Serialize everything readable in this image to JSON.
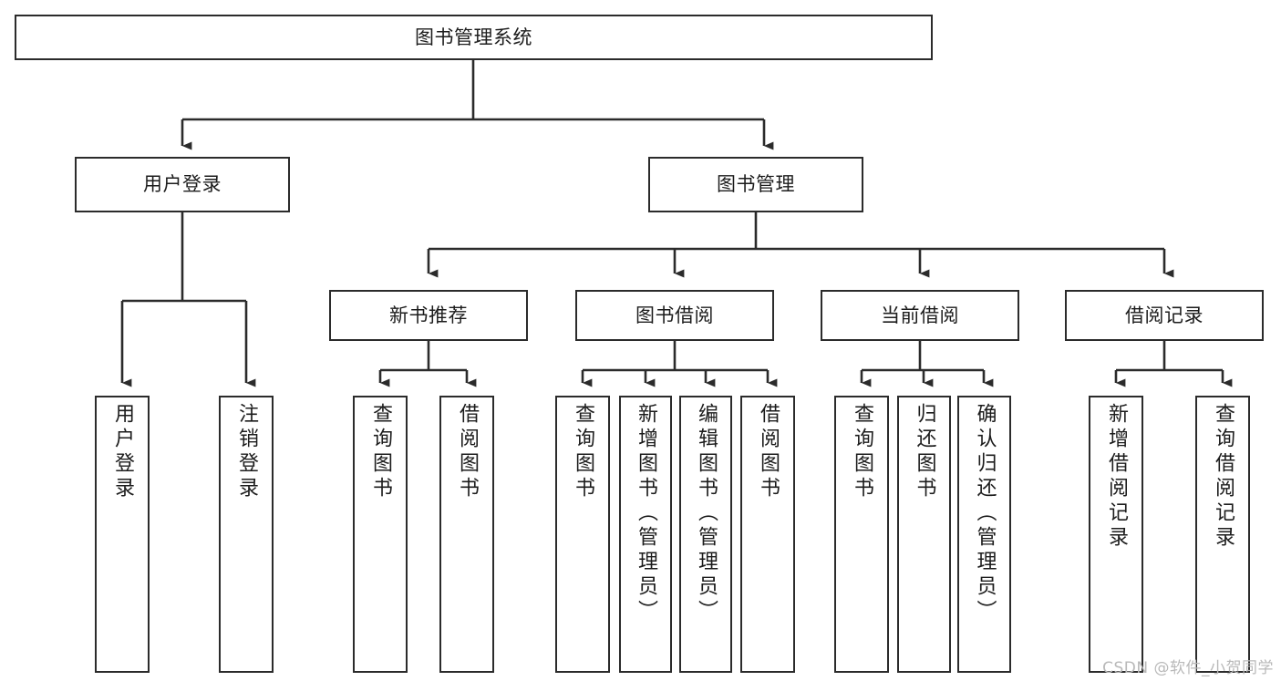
{
  "diagram": {
    "title": "图书管理系统",
    "type": "tree-hierarchy",
    "watermark": "CSDN @软件_小贺同学",
    "colors": {
      "background": "#ffffff",
      "box_border": "#2b2b2b",
      "box_fill": "#ffffff",
      "edge": "#2b2b2b",
      "text": "#1c1c1c",
      "watermark": "#b9b9b9"
    },
    "levels": {
      "root": {
        "label": "图书管理系统"
      },
      "level2": [
        {
          "label": "用户登录"
        },
        {
          "label": "图书管理"
        }
      ],
      "level3": [
        {
          "label": "新书推荐"
        },
        {
          "label": "图书借阅"
        },
        {
          "label": "当前借阅"
        },
        {
          "label": "借阅记录"
        }
      ],
      "leaves": {
        "user_login": [
          {
            "label": "用户登录"
          },
          {
            "label": "注销登录"
          }
        ],
        "new_book_recommend": [
          {
            "label": "查询图书"
          },
          {
            "label": "借阅图书"
          }
        ],
        "book_borrow": [
          {
            "label": "查询图书"
          },
          {
            "label": "新增图书（管理员）"
          },
          {
            "label": "编辑图书（管理员）"
          },
          {
            "label": "借阅图书"
          }
        ],
        "current_borrow": [
          {
            "label": "查询图书"
          },
          {
            "label": "归还图书"
          },
          {
            "label": "确认归还（管理员）"
          }
        ],
        "borrow_record": [
          {
            "label": "新增借阅记录"
          },
          {
            "label": "查询借阅记录"
          }
        ]
      }
    }
  }
}
